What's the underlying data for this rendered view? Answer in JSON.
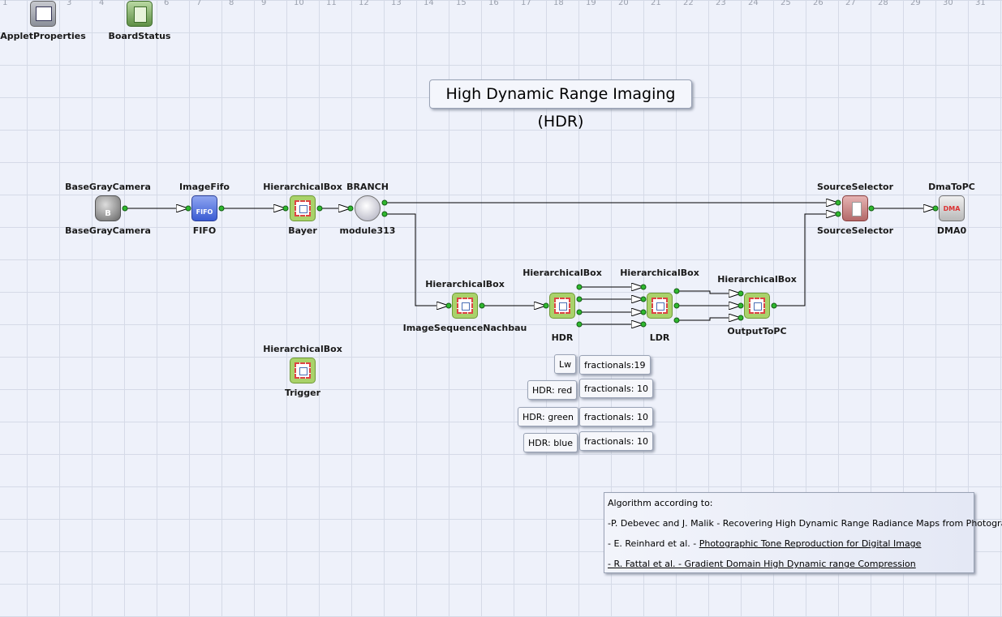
{
  "ruler": [
    "1",
    "3",
    "4",
    "5",
    "6",
    "7",
    "8",
    "9",
    "10",
    "11",
    "12",
    "13",
    "14",
    "15",
    "16",
    "17",
    "18",
    "19",
    "20",
    "21",
    "22",
    "23",
    "24",
    "25",
    "26",
    "27",
    "28",
    "29",
    "30",
    "31"
  ],
  "title": "High Dynamic Range Imaging (HDR)",
  "nodes": {
    "applet_properties": {
      "name": "AppletProperties",
      "icon": "applet-properties-icon"
    },
    "board_status": {
      "name": "BoardStatus",
      "icon": "board-status-icon"
    },
    "camera": {
      "type": "BaseGrayCamera",
      "name": "BaseGrayCamera",
      "glyph": "B",
      "icon": "camera-icon"
    },
    "fifo": {
      "type": "ImageFifo",
      "name": "FIFO",
      "glyph": "FIFO",
      "icon": "fifo-icon"
    },
    "bayer": {
      "type": "HierarchicalBox",
      "name": "Bayer",
      "icon": "hierarchical-box-icon"
    },
    "branch": {
      "type": "BRANCH",
      "name": "module313",
      "icon": "branch-icon"
    },
    "source_selector": {
      "type": "SourceSelector",
      "name": "SourceSelector",
      "icon": "source-selector-icon"
    },
    "dma": {
      "type": "DmaToPC",
      "name": "DMA0",
      "glyph": "DMA",
      "icon": "dma-icon"
    },
    "image_sequence": {
      "type": "HierarchicalBox",
      "name": "ImageSequenceNachbau",
      "icon": "hierarchical-box-icon"
    },
    "hdr": {
      "type": "HierarchicalBox",
      "name": "HDR",
      "icon": "hierarchical-box-icon"
    },
    "ldr": {
      "type": "HierarchicalBox",
      "name": "LDR",
      "icon": "hierarchical-box-icon"
    },
    "output": {
      "type": "HierarchicalBox",
      "name": "OutputToPC",
      "icon": "hierarchical-box-icon"
    },
    "trigger": {
      "type": "HierarchicalBox",
      "name": "Trigger",
      "icon": "hierarchical-box-icon"
    }
  },
  "tags": {
    "lw": "Lw",
    "lw_frac": "fractionals:19",
    "red": "HDR: red",
    "red_frac": "fractionals: 10",
    "green": "HDR: green",
    "green_frac": "fractionals: 10",
    "blue": "HDR: blue",
    "blue_frac": "fractionals: 10"
  },
  "note": {
    "line1": "Algorithm according to:",
    "line2": "-P. Debevec and J. Malik - Recovering High Dynamic Range Radiance Maps from Photographs",
    "line3a": "- E. Reinhard et al. - ",
    "line3b": "Photographic Tone Reproduction for Digital Image",
    "line4": "- R. Fattal et al. - Gradient Domain High Dynamic range Compression"
  },
  "colors": {
    "wire": "#000000",
    "port": "#2fb82f",
    "hierarchical_box": "#a9d26a",
    "grid": "#d5dae7",
    "canvas": "#eef1fa"
  }
}
